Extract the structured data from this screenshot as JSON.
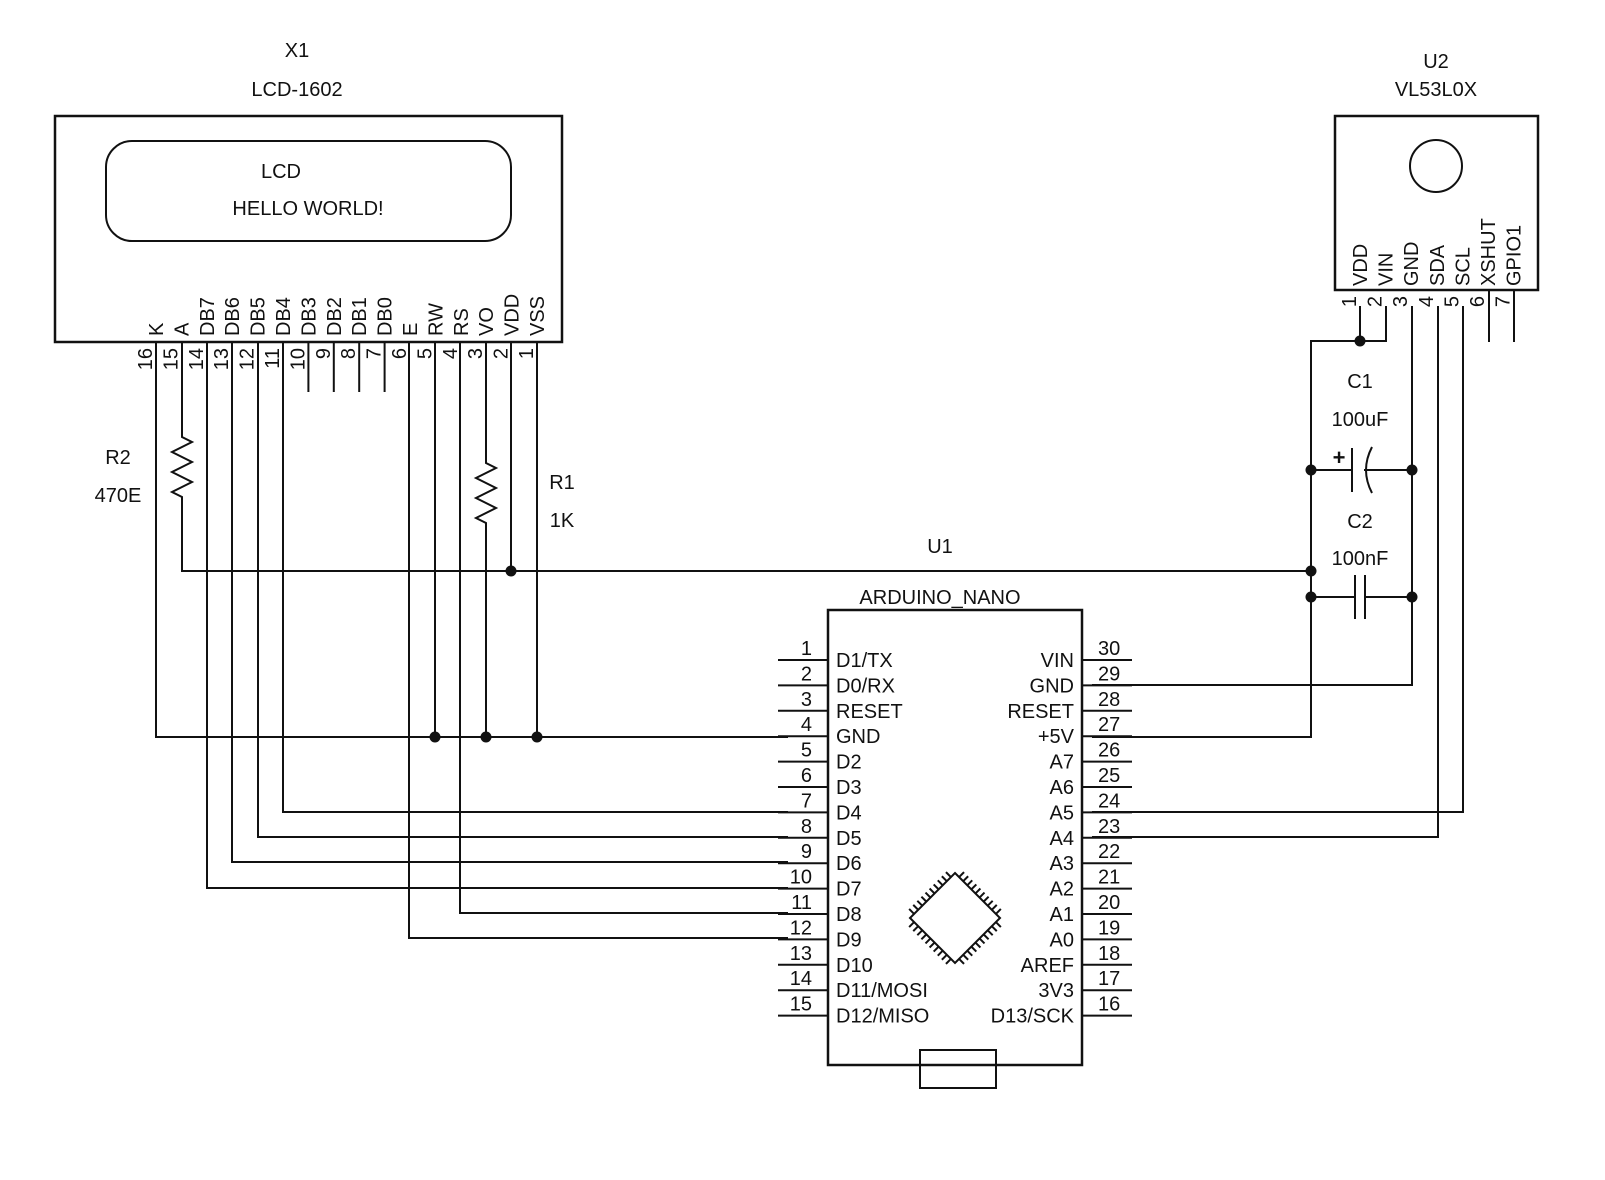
{
  "lcd": {
    "ref": "X1",
    "part": "LCD-1602",
    "screen_title": "LCD",
    "screen_text": "HELLO WORLD!",
    "pins": [
      {
        "num": "16",
        "name": "K"
      },
      {
        "num": "15",
        "name": "A"
      },
      {
        "num": "14",
        "name": "DB7"
      },
      {
        "num": "13",
        "name": "DB6"
      },
      {
        "num": "12",
        "name": "DB5"
      },
      {
        "num": "11",
        "name": "DB4"
      },
      {
        "num": "10",
        "name": "DB3"
      },
      {
        "num": "9",
        "name": "DB2"
      },
      {
        "num": "8",
        "name": "DB1"
      },
      {
        "num": "7",
        "name": "DB0"
      },
      {
        "num": "6",
        "name": "E"
      },
      {
        "num": "5",
        "name": "RW"
      },
      {
        "num": "4",
        "name": "RS"
      },
      {
        "num": "3",
        "name": "VO"
      },
      {
        "num": "2",
        "name": "VDD"
      },
      {
        "num": "1",
        "name": "VSS"
      }
    ]
  },
  "sensor": {
    "ref": "U2",
    "part": "VL53L0X",
    "pins": [
      {
        "num": "1",
        "name": "VDD"
      },
      {
        "num": "2",
        "name": "VIN"
      },
      {
        "num": "3",
        "name": "GND"
      },
      {
        "num": "4",
        "name": "SDA"
      },
      {
        "num": "5",
        "name": "SCL"
      },
      {
        "num": "6",
        "name": "XSHUT"
      },
      {
        "num": "7",
        "name": "GPIO1"
      }
    ]
  },
  "arduino": {
    "ref": "U1",
    "part": "ARDUINO_NANO",
    "left_pins": [
      {
        "num": "1",
        "name": "D1/TX"
      },
      {
        "num": "2",
        "name": "D0/RX"
      },
      {
        "num": "3",
        "name": "RESET"
      },
      {
        "num": "4",
        "name": "GND"
      },
      {
        "num": "5",
        "name": "D2"
      },
      {
        "num": "6",
        "name": "D3"
      },
      {
        "num": "7",
        "name": "D4"
      },
      {
        "num": "8",
        "name": "D5"
      },
      {
        "num": "9",
        "name": "D6"
      },
      {
        "num": "10",
        "name": "D7"
      },
      {
        "num": "11",
        "name": "D8"
      },
      {
        "num": "12",
        "name": "D9"
      },
      {
        "num": "13",
        "name": "D10"
      },
      {
        "num": "14",
        "name": "D11/MOSI"
      },
      {
        "num": "15",
        "name": "D12/MISO"
      }
    ],
    "right_pins": [
      {
        "num": "30",
        "name": "VIN"
      },
      {
        "num": "29",
        "name": "GND"
      },
      {
        "num": "28",
        "name": "RESET"
      },
      {
        "num": "27",
        "name": "+5V"
      },
      {
        "num": "26",
        "name": "A7"
      },
      {
        "num": "25",
        "name": "A6"
      },
      {
        "num": "24",
        "name": "A5"
      },
      {
        "num": "23",
        "name": "A4"
      },
      {
        "num": "22",
        "name": "A3"
      },
      {
        "num": "21",
        "name": "A2"
      },
      {
        "num": "20",
        "name": "A1"
      },
      {
        "num": "19",
        "name": "A0"
      },
      {
        "num": "18",
        "name": "AREF"
      },
      {
        "num": "17",
        "name": "3V3"
      },
      {
        "num": "16",
        "name": "D13/SCK"
      }
    ]
  },
  "resistors": {
    "r1": {
      "ref": "R1",
      "value": "1K"
    },
    "r2": {
      "ref": "R2",
      "value": "470E"
    }
  },
  "capacitors": {
    "c1": {
      "ref": "C1",
      "value": "100uF",
      "polarity": "+"
    },
    "c2": {
      "ref": "C2",
      "value": "100nF"
    }
  }
}
